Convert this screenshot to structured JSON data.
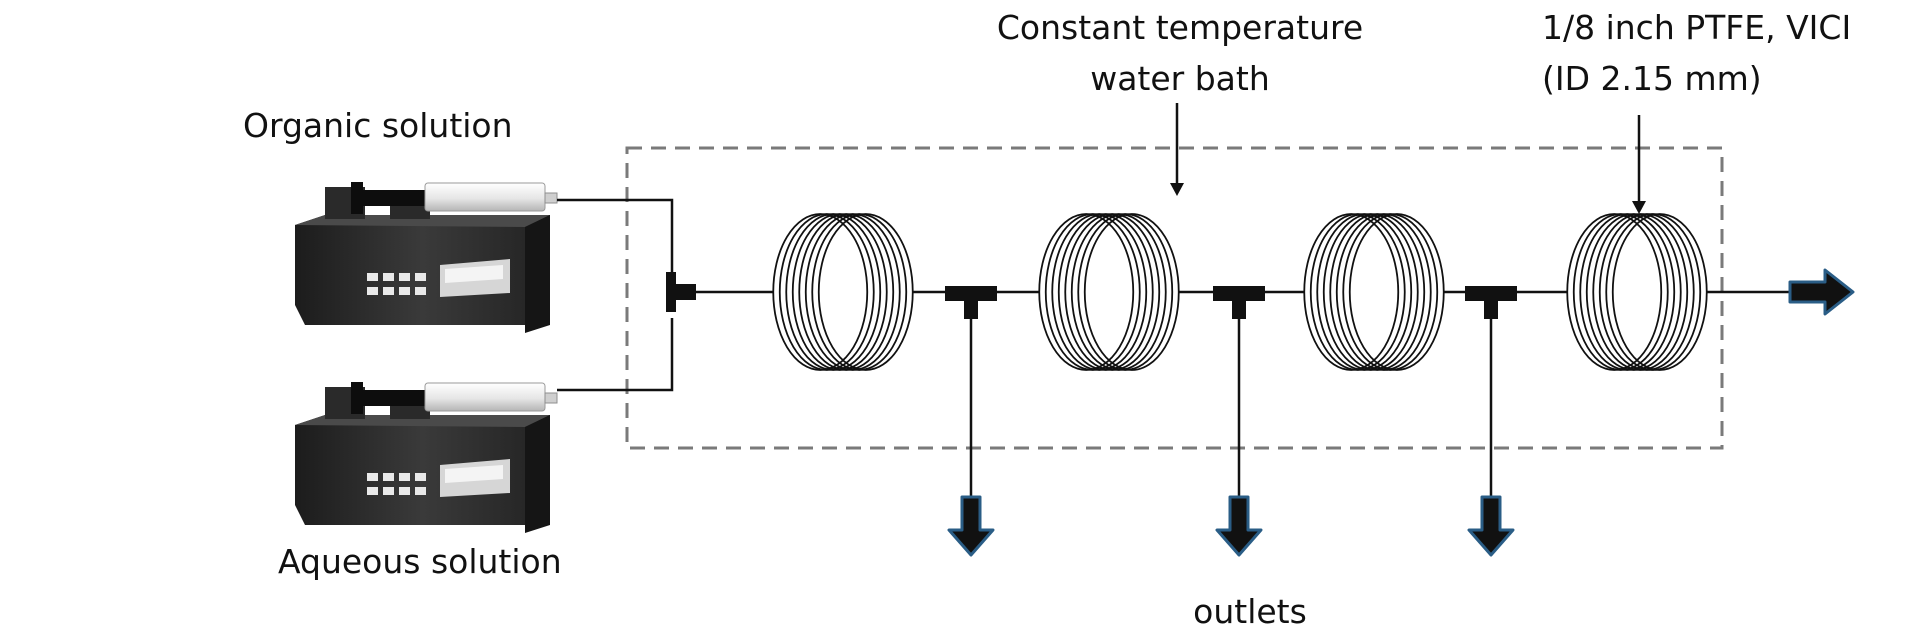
{
  "labels": {
    "organic": "Organic solution",
    "aqueous": "Aqueous solution",
    "bath_line1": "Constant temperature",
    "bath_line2": "water bath",
    "tube_line1": "1/8 inch PTFE, VICI",
    "tube_line2": "(ID 2.15 mm)",
    "outlets": "outlets"
  },
  "colors": {
    "line": "#111111",
    "arrow_fill": "#111111",
    "arrow_outline": "#2a5d86",
    "dash": "#7a7a7a",
    "pump_body": "#2e2e2e",
    "pump_dark": "#1a1a1a"
  },
  "icons": {
    "pump": "syringe-pump-icon",
    "coil": "coil-reactor-icon",
    "junction": "tee-junction-icon",
    "arrow": "flow-arrow-icon"
  }
}
